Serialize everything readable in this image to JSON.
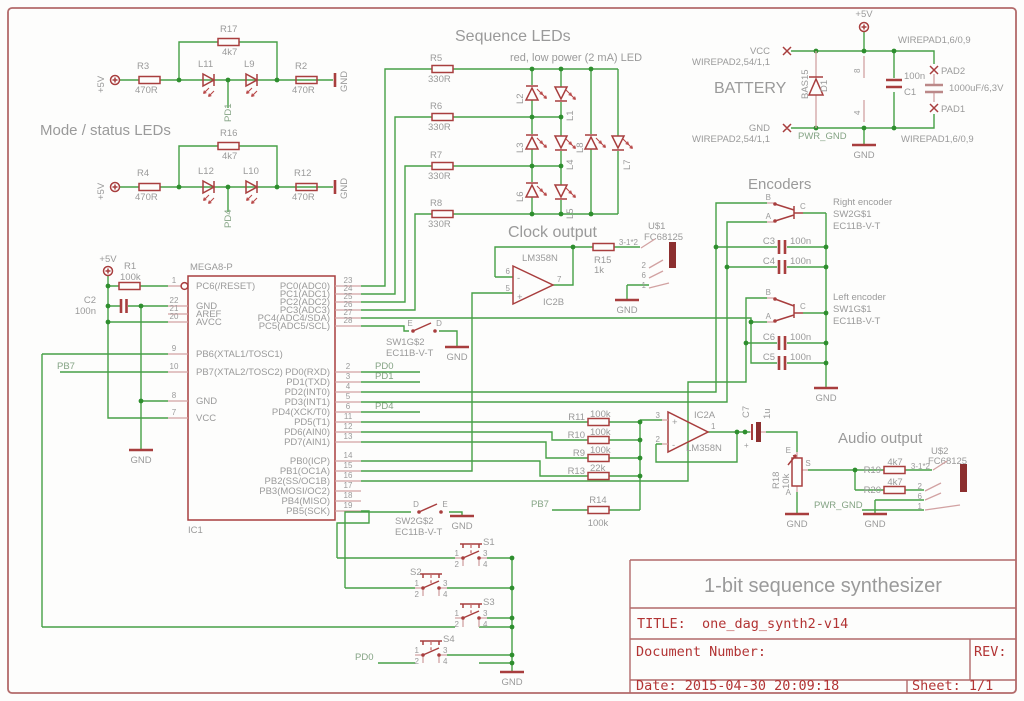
{
  "doc": {
    "big_title": "1-bit sequence synthesizer",
    "title_label": "TITLE:",
    "title_value": "one_dag_synth2-v14",
    "doc_number_label": "Document Number:",
    "rev_label": "REV:",
    "date_label": "Date: 2015-04-30 20:09:18",
    "sheet_label": "Sheet: 1/1"
  },
  "sections": {
    "mode_leds": "Mode / status LEDs",
    "sequence_leds": "Sequence LEDs",
    "sequence_note": "red, low power (2 mA) LED",
    "battery": "BATTERY",
    "clock": "Clock output",
    "encoders": "Encoders",
    "audio": "Audio output"
  },
  "power": {
    "p5v": "+5V",
    "gnd": "GND"
  },
  "nets": {
    "pd0": "PD0",
    "pd1": "PD1",
    "pd4": "PD4",
    "pb7": "PB7",
    "pwr_gnd": "PWR_GND"
  },
  "components": {
    "r1": {
      "name": "R1",
      "value": "100k"
    },
    "r2": {
      "name": "R2",
      "value": "470R"
    },
    "r3": {
      "name": "R3",
      "value": "470R"
    },
    "r4": {
      "name": "R4",
      "value": "470R"
    },
    "r5": {
      "name": "R5",
      "value": "330R"
    },
    "r6": {
      "name": "R6",
      "value": "330R"
    },
    "r7": {
      "name": "R7",
      "value": "330R"
    },
    "r8": {
      "name": "R8",
      "value": "330R"
    },
    "r9": {
      "name": "R9",
      "value": "100k"
    },
    "r10": {
      "name": "R10",
      "value": "100k"
    },
    "r11": {
      "name": "R11",
      "value": "100k"
    },
    "r12": {
      "name": "R12",
      "value": "470R"
    },
    "r13": {
      "name": "R13",
      "value": "22k"
    },
    "r14": {
      "name": "R14",
      "value": "100k"
    },
    "r15": {
      "name": "R15",
      "value": "1k"
    },
    "r16": {
      "name": "R16",
      "value": "4k7"
    },
    "r17": {
      "name": "R17",
      "value": "4k7"
    },
    "r18": {
      "name": "R18",
      "value": "10k"
    },
    "r19": {
      "name": "R19",
      "value": "4k7"
    },
    "r20": {
      "name": "R20",
      "value": "4k7"
    },
    "c1": {
      "name": "C1",
      "value": "100n"
    },
    "c2": {
      "name": "C2",
      "value": "100n"
    },
    "c3": {
      "name": "C3",
      "value": "100n"
    },
    "c4": {
      "name": "C4",
      "value": "100n"
    },
    "c5": {
      "name": "C5",
      "value": "100n"
    },
    "c6": {
      "name": "C6",
      "value": "100n"
    },
    "c7": {
      "name": "C7",
      "value": "1u"
    },
    "d1": {
      "name": "D1",
      "value": "BAS15"
    },
    "l1": {
      "name": "L1"
    },
    "l2": {
      "name": "L2"
    },
    "l3": {
      "name": "L3"
    },
    "l4": {
      "name": "L4"
    },
    "l5": {
      "name": "L5"
    },
    "l6": {
      "name": "L6"
    },
    "l7": {
      "name": "L7"
    },
    "l8": {
      "name": "L8"
    },
    "l9": {
      "name": "L9"
    },
    "l10": {
      "name": "L10"
    },
    "l11": {
      "name": "L11"
    },
    "l12": {
      "name": "L12"
    },
    "ic1": {
      "name": "IC1",
      "value": "MEGA8-P"
    },
    "ic2a": {
      "name": "IC2A",
      "value": "LM358N"
    },
    "ic2b": {
      "name": "IC2B",
      "value": "LM358N"
    },
    "u1": {
      "name": "U$1",
      "value": "FC68125"
    },
    "u2": {
      "name": "U$2",
      "value": "FC68125"
    },
    "s1": {
      "name": "S1"
    },
    "s2": {
      "name": "S2"
    },
    "s3": {
      "name": "S3"
    },
    "s4": {
      "name": "S4"
    },
    "sw1g1": {
      "name": "SW1G$1",
      "value": "EC11B-V-T",
      "caption": "Left encoder"
    },
    "sw2g1": {
      "name": "SW2G$1",
      "value": "EC11B-V-T",
      "caption": "Right encoder"
    },
    "sw1g2": {
      "name": "SW1G$2",
      "value": "EC11B-V-T"
    },
    "sw2g2": {
      "name": "SW2G$2",
      "value": "EC11B-V-T"
    }
  },
  "ic1": {
    "left_pins": [
      {
        "n": "1",
        "name": "PC6(/RESET)"
      },
      {
        "n": "22",
        "name": "GND"
      },
      {
        "n": "21",
        "name": "AREF"
      },
      {
        "n": "20",
        "name": "AVCC"
      },
      {
        "n": "9",
        "name": "PB6(XTAL1/TOSC1)"
      },
      {
        "n": "10",
        "name": "PB7(XTAL2/TOSC2)"
      },
      {
        "n": "8",
        "name": "GND"
      },
      {
        "n": "7",
        "name": "VCC"
      }
    ],
    "right_pins": [
      {
        "n": "23",
        "name": "PC0(ADC0)"
      },
      {
        "n": "24",
        "name": "PC1(ADC1)"
      },
      {
        "n": "25",
        "name": "PC2(ADC2)"
      },
      {
        "n": "26",
        "name": "PC3(ADC3)"
      },
      {
        "n": "27",
        "name": "PC4(ADC4/SDA)"
      },
      {
        "n": "28",
        "name": "PC5(ADC5/SCL)"
      },
      {
        "n": "2",
        "name": "PD0(RXD)"
      },
      {
        "n": "3",
        "name": "PD1(TXD)"
      },
      {
        "n": "4",
        "name": "PD2(INT0)"
      },
      {
        "n": "5",
        "name": "PD3(INT1)"
      },
      {
        "n": "6",
        "name": "PD4(XCK/T0)"
      },
      {
        "n": "11",
        "name": "PD5(T1)"
      },
      {
        "n": "12",
        "name": "PD6(AIN0)"
      },
      {
        "n": "13",
        "name": "PD7(AIN1)"
      },
      {
        "n": "14",
        "name": "PB0(ICP)"
      },
      {
        "n": "15",
        "name": "PB1(OC1A)"
      },
      {
        "n": "16",
        "name": "PB2(SS/OC1B)"
      },
      {
        "n": "17",
        "name": "PB3(MOSI/OC2)"
      },
      {
        "n": "18",
        "name": "PB4(MISO)"
      },
      {
        "n": "19",
        "name": "PB5(SCK)"
      }
    ]
  },
  "opamp": {
    "p1": "1",
    "p2": "2",
    "p3": "3",
    "p5": "5",
    "p6": "6",
    "p7": "7",
    "plus": "+",
    "minus": "-"
  },
  "jack": {
    "pin_top": "3-1*2",
    "pin2": "2",
    "pin6": "6",
    "pin1": "1"
  },
  "enc": {
    "a": "A",
    "b": "B",
    "c": "C",
    "d": "D",
    "e": "E"
  },
  "sw": {
    "p1": "1",
    "p2": "2",
    "p3": "3",
    "p4": "4"
  },
  "pot": {
    "e": "E",
    "a": "A",
    "s": "S"
  },
  "battery": {
    "vcc": "VCC",
    "gnd": "GND",
    "wirepad254": "WIREPAD2,54/1,1",
    "wirepad16": "WIREPAD1,6/0,9",
    "pad1": "PAD1",
    "pad2": "PAD2",
    "elcap": "1000uF/6,3V",
    "pin8": "8",
    "pin4": "4"
  }
}
